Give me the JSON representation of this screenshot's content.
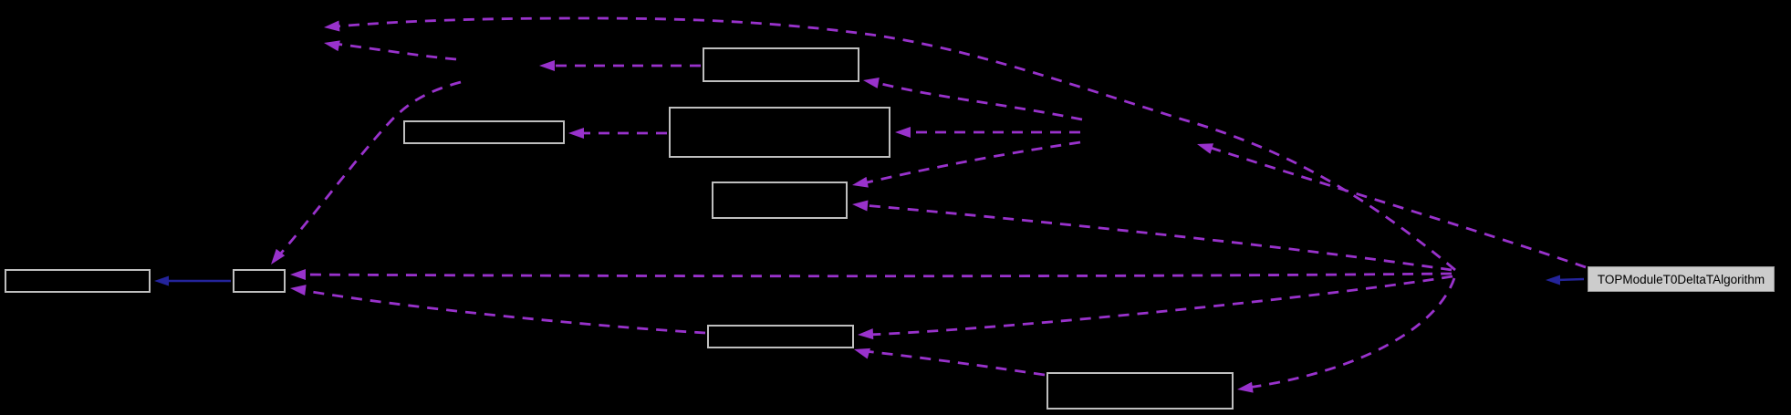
{
  "graph": {
    "type": "collaboration-diagram",
    "central_node": {
      "label": "TOPModuleT0DeltaTAlgorithm"
    },
    "colors": {
      "background": "#000000",
      "edge_usage": "#9932cc",
      "edge_inherit": "#24249b",
      "node_border": "#bfbfbf",
      "central_fill": "#cccccc",
      "central_text": "#000000"
    },
    "edge_styles": {
      "usage": "dashed purple arrow",
      "inheritance": "solid dark-blue arrow"
    },
    "nodes": [
      {
        "id": "node-top",
        "label": ""
      },
      {
        "id": "node-upper-large",
        "label": ""
      },
      {
        "id": "node-mid-left",
        "label": ""
      },
      {
        "id": "node-mid-center",
        "label": ""
      },
      {
        "id": "node-far-left",
        "label": ""
      },
      {
        "id": "node-left-small",
        "label": ""
      },
      {
        "id": "node-lower-center",
        "label": ""
      },
      {
        "id": "node-bottom-right",
        "label": ""
      },
      {
        "id": "central-node",
        "label": "TOPModuleT0DeltaTAlgorithm"
      }
    ],
    "edges": [
      {
        "style": "usage",
        "from": "hidden-right",
        "to": "hidden-top-left"
      },
      {
        "style": "usage",
        "from": "hidden-mid",
        "to": "hidden-top-left"
      },
      {
        "style": "usage",
        "from": "node-top",
        "to": "hidden-mid"
      },
      {
        "style": "usage",
        "from": "hidden-mid",
        "to": "node-left-small"
      },
      {
        "style": "usage",
        "from": "node-upper-large",
        "to": "node-mid-left"
      },
      {
        "style": "usage",
        "from": "hidden-center",
        "to": "node-top"
      },
      {
        "style": "usage",
        "from": "hidden-center",
        "to": "node-upper-large"
      },
      {
        "style": "usage",
        "from": "hidden-center",
        "to": "node-mid-center"
      },
      {
        "style": "usage",
        "from": "hidden-right",
        "to": "node-mid-center"
      },
      {
        "style": "usage",
        "from": "hidden-right",
        "to": "node-left-small"
      },
      {
        "style": "usage",
        "from": "node-lower-center",
        "to": "node-left-small"
      },
      {
        "style": "usage",
        "from": "hidden-right",
        "to": "node-lower-center"
      },
      {
        "style": "usage",
        "from": "node-bottom-right",
        "to": "node-lower-center"
      },
      {
        "style": "usage",
        "from": "hidden-right",
        "to": "node-bottom-right"
      },
      {
        "style": "usage",
        "from": "central-node",
        "to": "hidden-center"
      },
      {
        "style": "inheritance",
        "from": "node-left-small",
        "to": "node-far-left"
      },
      {
        "style": "inheritance",
        "from": "central-node",
        "to": "hidden-right"
      }
    ]
  }
}
